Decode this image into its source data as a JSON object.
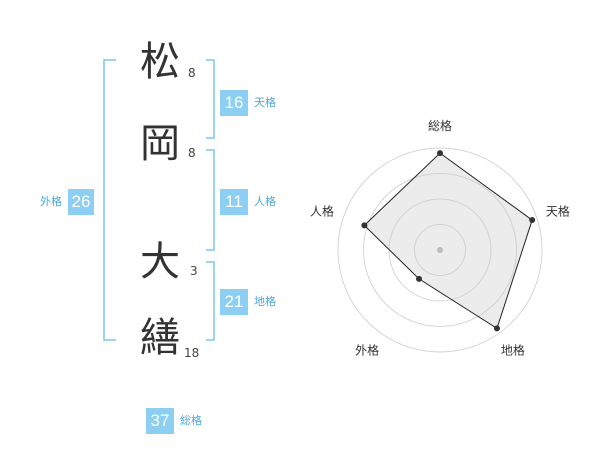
{
  "name": {
    "chars": [
      {
        "char": "松",
        "strokes": "8"
      },
      {
        "char": "岡",
        "strokes": "8"
      },
      {
        "char": "大",
        "strokes": "3"
      },
      {
        "char": "繕",
        "strokes": "18"
      }
    ]
  },
  "kakusu": {
    "tenkaku": {
      "label": "天格",
      "value": "16"
    },
    "jinkaku": {
      "label": "人格",
      "value": "11"
    },
    "chikaku": {
      "label": "地格",
      "value": "21"
    },
    "gaikaku": {
      "label": "外格",
      "value": "26"
    },
    "soukaku": {
      "label": "総格",
      "value": "37"
    }
  },
  "colors": {
    "accent": "#8ccff2",
    "accent_text": "#4aa8e0",
    "bracket": "#7cc6f0"
  },
  "chart_data": {
    "type": "radar",
    "axes": [
      "総格",
      "天格",
      "地格",
      "外格",
      "人格"
    ],
    "values": [
      0.95,
      0.95,
      0.95,
      0.35,
      0.78
    ],
    "rings": 4,
    "grid": true
  }
}
